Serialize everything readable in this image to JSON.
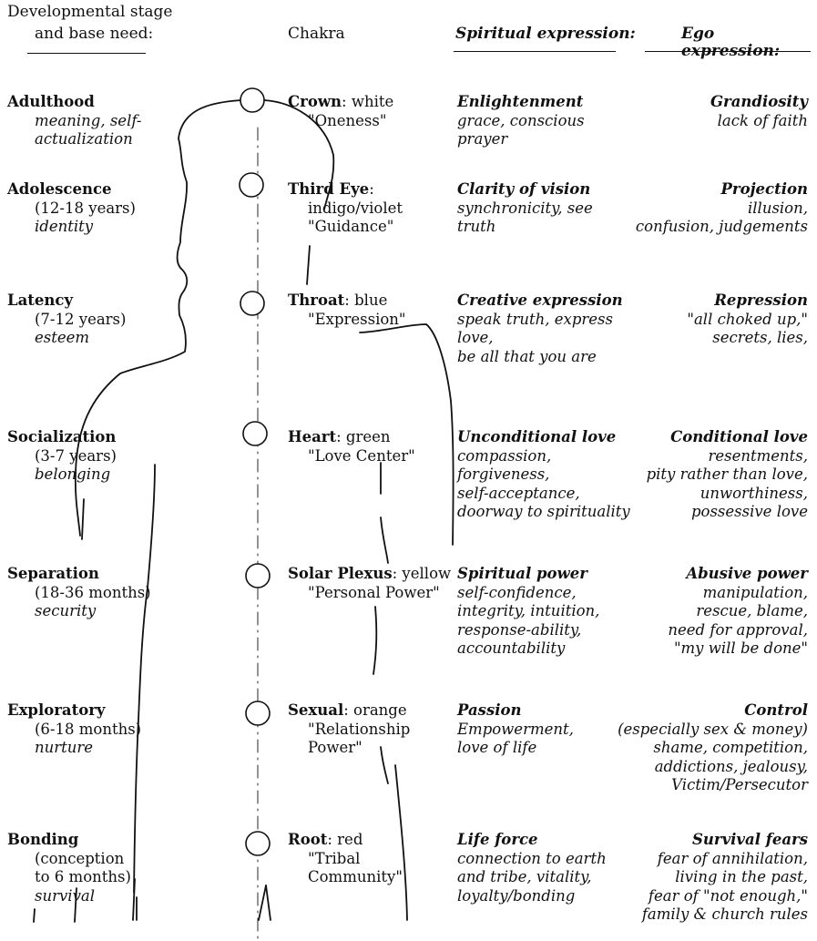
{
  "headers": {
    "stage_line1": "Developmental stage",
    "stage_line2": "and base need:",
    "chakra": "Chakra",
    "spiritual": "Spiritual expression:",
    "ego": "Ego expression:"
  },
  "rows": [
    {
      "stage": {
        "name": "Adulthood",
        "lines": [],
        "needs": [
          "meaning, self-",
          "actualization"
        ]
      },
      "chakra": {
        "name": "Crown",
        "rest": ": white",
        "lines": [
          "\"Oneness\""
        ]
      },
      "spiritual": [
        "Enlightenment",
        "grace, conscious prayer"
      ],
      "ego": [
        "Grandiosity",
        "lack of faith"
      ]
    },
    {
      "stage": {
        "name": "Adolescence",
        "lines": [
          "(12-18 years)"
        ],
        "needs": [
          "identity"
        ]
      },
      "chakra": {
        "name": "Third Eye",
        "rest": ":",
        "lines": [
          "indigo/violet",
          "\"Guidance\""
        ]
      },
      "spiritual": [
        "Clarity of vision",
        "synchronicity, see truth"
      ],
      "ego": [
        "Projection",
        "illusion,",
        "confusion, judgements"
      ]
    },
    {
      "stage": {
        "name": "Latency",
        "lines": [
          "(7-12 years)"
        ],
        "needs": [
          "esteem"
        ]
      },
      "chakra": {
        "name": "Throat",
        "rest": ": blue",
        "lines": [
          "\"Expression\""
        ]
      },
      "spiritual": [
        "Creative expression",
        "speak truth, express love,",
        "be all that you are"
      ],
      "ego": [
        "Repression",
        "\"all choked up,\"",
        "secrets, lies,"
      ]
    },
    {
      "stage": {
        "name": "Socialization",
        "lines": [
          "(3-7 years)"
        ],
        "needs": [
          "belonging"
        ]
      },
      "chakra": {
        "name": "Heart",
        "rest": ": green",
        "lines": [
          "\"Love Center\""
        ]
      },
      "spiritual": [
        "Unconditional love",
        "compassion, forgiveness,",
        "self-acceptance,",
        "doorway to spirituality"
      ],
      "ego": [
        "Conditional love",
        "resentments,",
        "pity rather than love,",
        "unworthiness,",
        "possessive love"
      ]
    },
    {
      "stage": {
        "name": "Separation",
        "lines": [
          "(18-36 months)"
        ],
        "needs": [
          "security"
        ]
      },
      "chakra": {
        "name": "Solar Plexus",
        "rest": ": yellow",
        "lines": [
          "\"Personal Power\""
        ]
      },
      "spiritual": [
        "Spiritual power",
        "self-confidence,",
        "integrity, intuition,",
        "response-ability,",
        "accountability"
      ],
      "ego": [
        "Abusive power",
        "manipulation,",
        "rescue, blame,",
        "need for approval,",
        "\"my will be done\""
      ]
    },
    {
      "stage": {
        "name": "Exploratory",
        "lines": [
          "(6-18 months)"
        ],
        "needs": [
          "nurture"
        ]
      },
      "chakra": {
        "name": "Sexual",
        "rest": ": orange",
        "lines": [
          "\"Relationship",
          "Power\""
        ]
      },
      "spiritual": [
        "Passion",
        "Empowerment,",
        "love of life"
      ],
      "ego": [
        "Control",
        "(especially sex & money)",
        "shame, competition,",
        "addictions, jealousy,",
        "Victim/Persecutor"
      ]
    },
    {
      "stage": {
        "name": "Bonding",
        "lines": [
          "(conception",
          "to 6 months)"
        ],
        "needs": [
          "survival"
        ]
      },
      "chakra": {
        "name": "Root",
        "rest": ": red",
        "lines": [
          "\"Tribal",
          "Community\""
        ]
      },
      "spiritual": [
        "Life force",
        "connection to earth",
        "and tribe, vitality,",
        "loyalty/bonding"
      ],
      "ego": [
        "Survival fears",
        "fear of annihilation,",
        "living in the past,",
        "fear of \"not enough,\"",
        "family & church rules"
      ]
    }
  ]
}
